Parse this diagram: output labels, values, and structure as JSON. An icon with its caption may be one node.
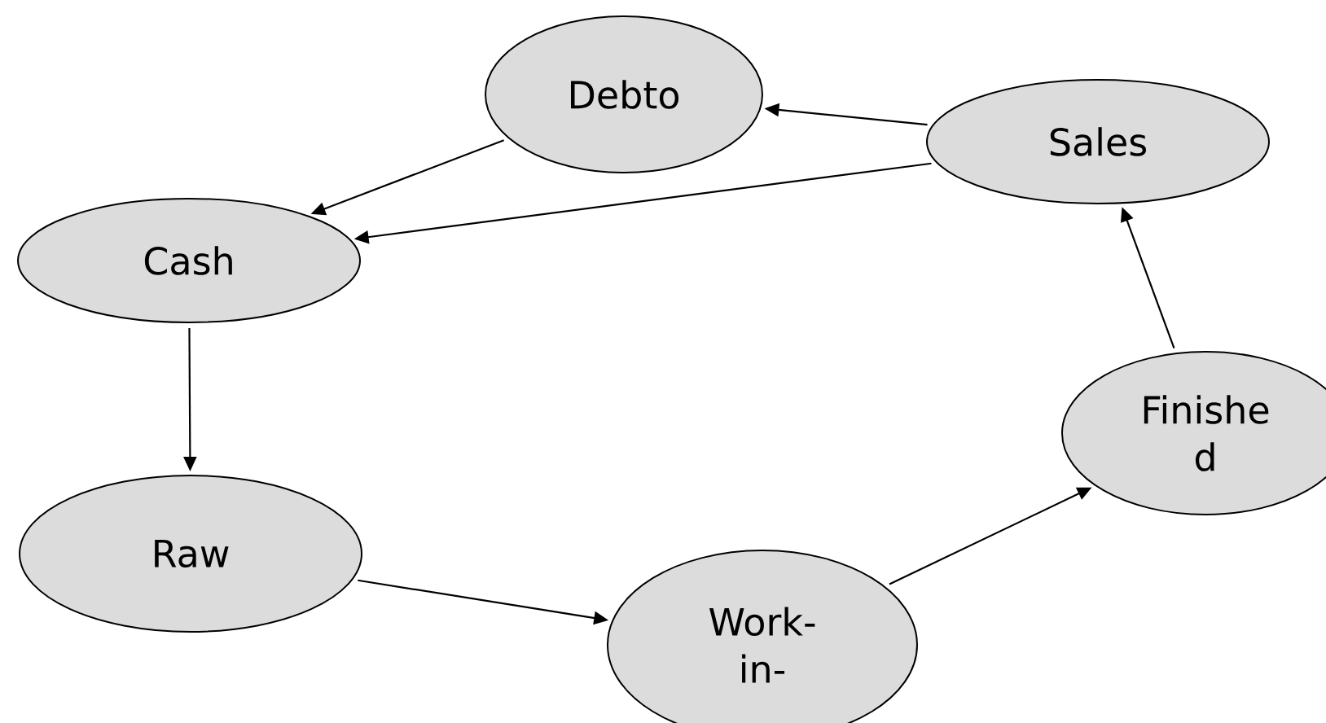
{
  "diagram": {
    "nodes": [
      {
        "text": [
          "Debto"
        ]
      },
      {
        "text": [
          "Sales"
        ]
      },
      {
        "text": [
          "Cash"
        ]
      },
      {
        "text": [
          "Finishe d"
        ]
      },
      {
        "text": [
          "Raw"
        ]
      },
      {
        "text": [
          "Work- in-"
        ]
      }
    ],
    "edges": [
      {
        "from": 1,
        "to": 0,
        "arrow": "to"
      },
      {
        "from": 0,
        "to": 2,
        "arrow": "to"
      },
      {
        "from": 1,
        "to": 2,
        "arrow": "to"
      },
      {
        "from": 2,
        "to": 4,
        "arrow": "to"
      },
      {
        "from": 4,
        "to": 5,
        "arrow": "to"
      },
      {
        "from": 5,
        "to": 3,
        "arrow": "to"
      },
      {
        "from": 3,
        "to": 1,
        "arrow": "to"
      }
    ]
  }
}
